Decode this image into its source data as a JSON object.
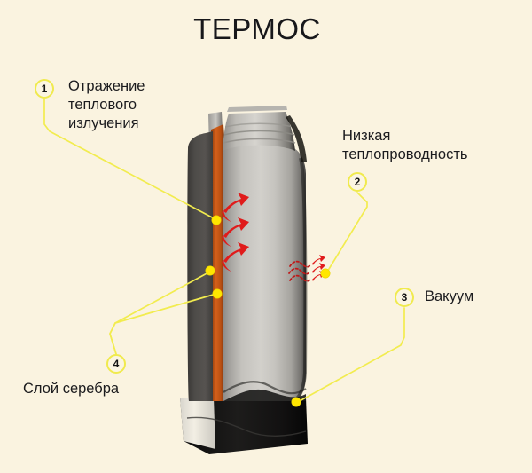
{
  "title": "ТЕРМОС",
  "background_color": "#faf3e0",
  "accent_color": "#f0ea4e",
  "heat_arrow_color": "#e01b1b",
  "callouts": [
    {
      "number": "1",
      "label": "Отражение\nтеплового\nизлучения"
    },
    {
      "number": "2",
      "label": "Низкая\nтеплопроводность"
    },
    {
      "number": "3",
      "label": "Вакуум"
    },
    {
      "number": "4",
      "label": "Слой серебра"
    }
  ],
  "diagram": {
    "subject": "thermos-flask-cutaway",
    "layers": [
      {
        "name": "outer-shell",
        "color": "#b9b7b2"
      },
      {
        "name": "cutaway-wall",
        "color": "#4a4846"
      },
      {
        "name": "silver-layer",
        "color": "#c9520f"
      },
      {
        "name": "vacuum-base",
        "color": "#111010"
      }
    ]
  }
}
